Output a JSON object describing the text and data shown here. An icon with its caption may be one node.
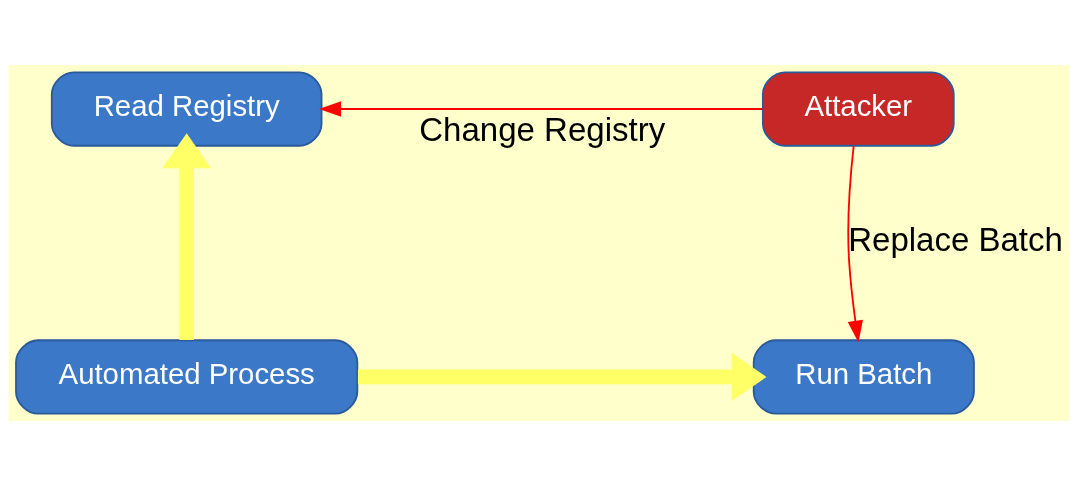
{
  "diagram": {
    "nodes": [
      {
        "text": [
          "Read Registry"
        ]
      },
      {
        "text": [
          "Automated Process"
        ]
      },
      {
        "text": [
          "Run Batch"
        ]
      },
      {
        "text": [
          "Attacker"
        ]
      }
    ],
    "edges": [
      {
        "from": 1,
        "to": 0,
        "arrow": "to",
        "style": "thick",
        "color": "#ffff66"
      },
      {
        "from": 1,
        "to": 2,
        "arrow": "to",
        "style": "thick",
        "color": "#ffff66"
      },
      {
        "from": 3,
        "to": 0,
        "arrow": "to",
        "label": "Change Registry",
        "color": "#ff0000"
      },
      {
        "from": 3,
        "to": 2,
        "arrow": "to",
        "label": "Replace Batch",
        "color": "#ff0000"
      }
    ]
  }
}
